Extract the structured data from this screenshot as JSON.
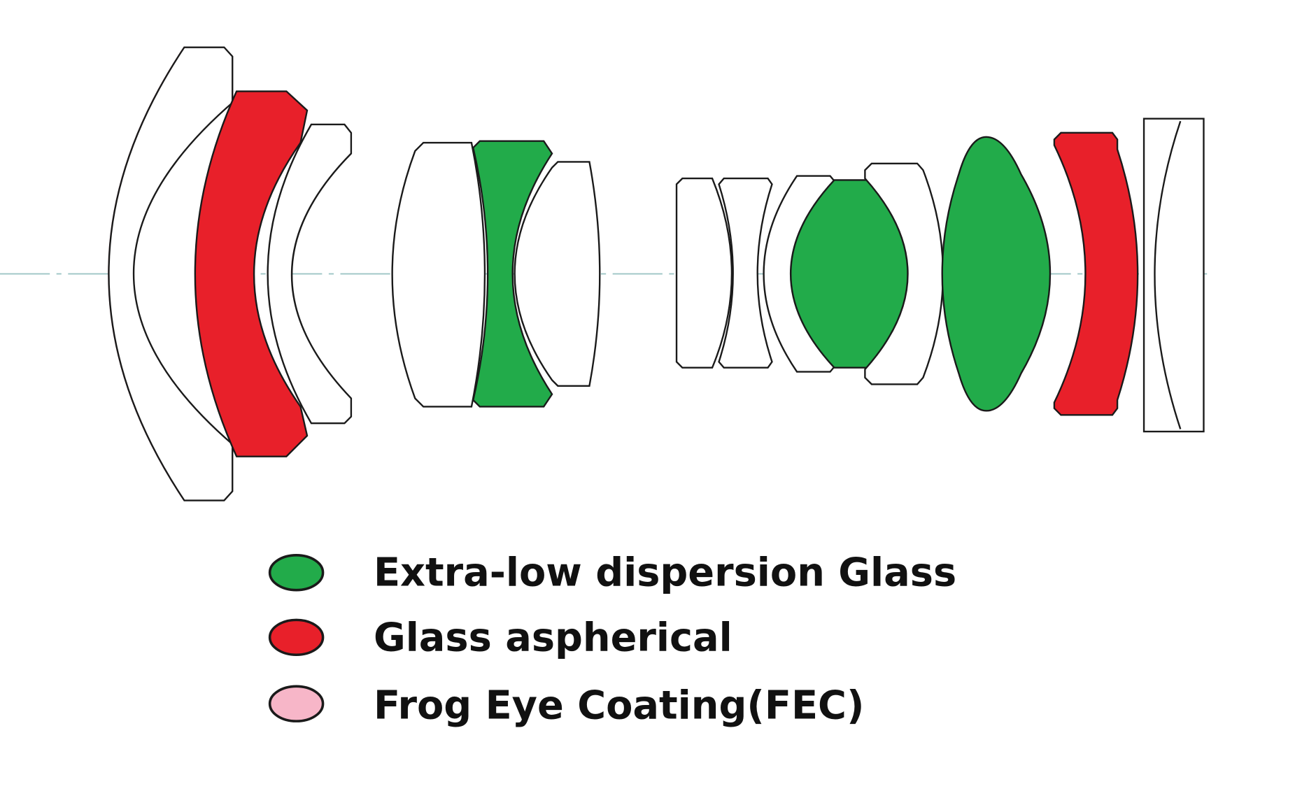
{
  "title": "Lens optical construction diagram",
  "colors": {
    "ed_glass": "#22ab4a",
    "aspherical": "#e8202a",
    "fec": "#f7b6c8",
    "outline": "#1a1a1a",
    "axis": "#9cc5c5"
  },
  "legend": [
    {
      "label": "Extra-low dispersion Glass",
      "color": "#22ab4a"
    },
    {
      "label": "Glass aspherical",
      "color": "#e8202a"
    },
    {
      "label": "Frog Eye Coating(FEC)",
      "color": "#f7b6c8"
    }
  ]
}
